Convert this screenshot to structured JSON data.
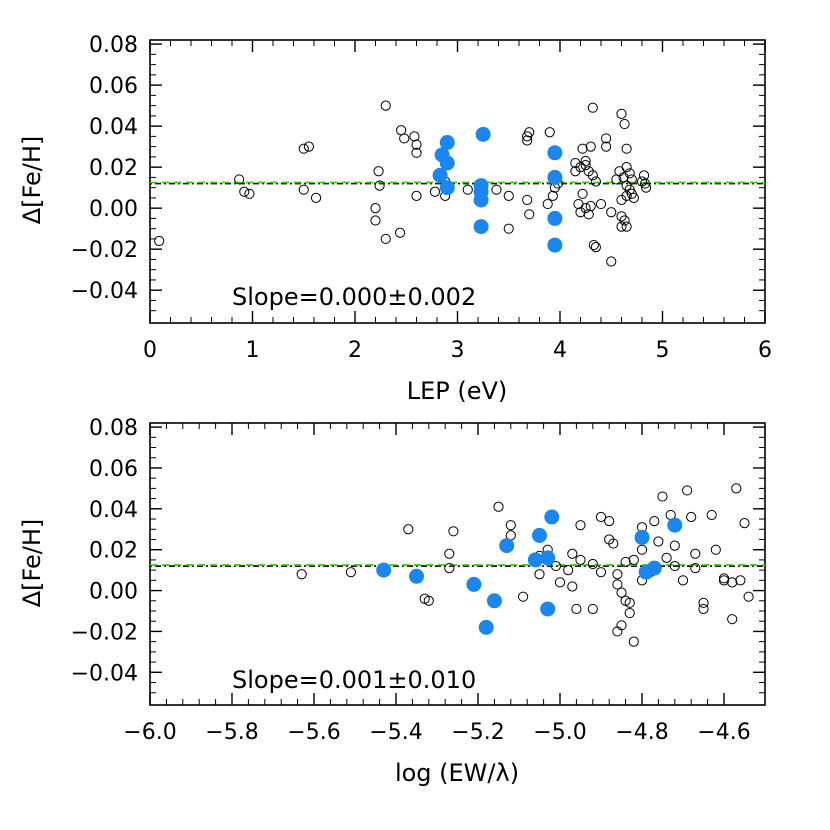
{
  "chart_data": [
    {
      "type": "scatter",
      "title": "",
      "xlabel": "LEP (eV)",
      "ylabel": "Δ[Fe/H]",
      "xlim": [
        0,
        6
      ],
      "ylim": [
        -0.056,
        0.082
      ],
      "xticks": [
        0,
        1,
        2,
        3,
        4,
        5,
        6
      ],
      "xtick_labels": [
        "0",
        "1",
        "2",
        "3",
        "4",
        "5",
        "6"
      ],
      "yticks": [
        -0.04,
        -0.02,
        0.0,
        0.02,
        0.04,
        0.06,
        0.08
      ],
      "ytick_labels": [
        "−0.04",
        "−0.02",
        "0.00",
        "0.02",
        "0.04",
        "0.06",
        "0.08"
      ],
      "annotation": "Slope=0.000±0.002",
      "mean_line": 0.012,
      "fit_line": 0.0125,
      "colors": {
        "filled": "#1a86f0",
        "open_edge": "#000000",
        "mean_line": "#000000",
        "fit_line": "#33cc00"
      },
      "series": [
        {
          "marker": "open",
          "points": [
            [
              0.09,
              -0.016
            ],
            [
              0.87,
              0.014
            ],
            [
              0.92,
              0.008
            ],
            [
              0.97,
              0.007
            ],
            [
              1.5,
              0.029
            ],
            [
              1.55,
              0.03
            ],
            [
              1.5,
              0.009
            ],
            [
              1.62,
              0.005
            ],
            [
              2.2,
              -0.006
            ],
            [
              2.2,
              0.0
            ],
            [
              2.23,
              0.018
            ],
            [
              2.24,
              0.011
            ],
            [
              2.3,
              0.05
            ],
            [
              2.3,
              -0.015
            ],
            [
              2.44,
              -0.012
            ],
            [
              2.45,
              0.038
            ],
            [
              2.48,
              0.034
            ],
            [
              2.58,
              0.035
            ],
            [
              2.6,
              0.027
            ],
            [
              2.6,
              0.031
            ],
            [
              2.6,
              0.006
            ],
            [
              2.78,
              0.008
            ],
            [
              2.88,
              0.006
            ],
            [
              2.88,
              0.013
            ],
            [
              3.1,
              0.009
            ],
            [
              3.24,
              -0.008
            ],
            [
              3.38,
              0.009
            ],
            [
              3.5,
              -0.01
            ],
            [
              3.5,
              0.006
            ],
            [
              3.68,
              0.035
            ],
            [
              3.7,
              0.037
            ],
            [
              3.68,
              0.033
            ],
            [
              3.68,
              0.004
            ],
            [
              3.7,
              -0.003
            ],
            [
              3.9,
              0.037
            ],
            [
              3.88,
              0.002
            ],
            [
              3.93,
              0.006
            ],
            [
              3.95,
              0.01
            ],
            [
              3.98,
              0.012
            ],
            [
              4.15,
              0.022
            ],
            [
              4.15,
              0.018
            ],
            [
              4.2,
              0.02
            ],
            [
              4.18,
              0.002
            ],
            [
              4.22,
              0.029
            ],
            [
              4.25,
              0.021
            ],
            [
              4.25,
              0.023
            ],
            [
              4.28,
              0.018
            ],
            [
              4.22,
              0.007
            ],
            [
              4.2,
              -0.002
            ],
            [
              4.25,
              0.0
            ],
            [
              4.3,
              0.001
            ],
            [
              4.28,
              -0.003
            ],
            [
              4.3,
              0.03
            ],
            [
              4.32,
              0.016
            ],
            [
              4.35,
              0.013
            ],
            [
              4.32,
              0.049
            ],
            [
              4.33,
              -0.018
            ],
            [
              4.35,
              -0.019
            ],
            [
              4.4,
              0.002
            ],
            [
              4.45,
              0.034
            ],
            [
              4.45,
              0.03
            ],
            [
              4.5,
              -0.002
            ],
            [
              4.55,
              0.014
            ],
            [
              4.5,
              -0.026
            ],
            [
              4.58,
              0.018
            ],
            [
              4.6,
              0.046
            ],
            [
              4.62,
              0.015
            ],
            [
              4.63,
              0.041
            ],
            [
              4.65,
              0.029
            ],
            [
              4.65,
              0.02
            ],
            [
              4.68,
              0.017
            ],
            [
              4.7,
              0.014
            ],
            [
              4.65,
              0.011
            ],
            [
              4.68,
              0.009
            ],
            [
              4.7,
              0.007
            ],
            [
              4.72,
              0.005
            ],
            [
              4.6,
              0.004
            ],
            [
              4.65,
              0.006
            ],
            [
              4.6,
              -0.004
            ],
            [
              4.63,
              -0.006
            ],
            [
              4.65,
              -0.009
            ],
            [
              4.6,
              -0.009
            ],
            [
              4.8,
              0.013
            ],
            [
              4.82,
              0.016
            ],
            [
              4.83,
              0.012
            ],
            [
              4.84,
              0.01
            ]
          ]
        },
        {
          "marker": "filled",
          "points": [
            [
              2.83,
              0.016
            ],
            [
              2.85,
              0.026
            ],
            [
              2.9,
              0.032
            ],
            [
              2.9,
              0.022
            ],
            [
              2.9,
              0.01
            ],
            [
              3.23,
              0.011
            ],
            [
              3.23,
              0.008
            ],
            [
              3.23,
              0.004
            ],
            [
              3.23,
              -0.009
            ],
            [
              3.25,
              0.036
            ],
            [
              3.95,
              0.027
            ],
            [
              3.95,
              0.015
            ],
            [
              3.95,
              -0.005
            ],
            [
              3.95,
              -0.018
            ]
          ]
        }
      ]
    },
    {
      "type": "scatter",
      "title": "",
      "xlabel": "log (EW/λ)",
      "ylabel": "Δ[Fe/H]",
      "xlim": [
        -6.0,
        -4.5
      ],
      "ylim": [
        -0.056,
        0.082
      ],
      "xticks": [
        -6.0,
        -5.8,
        -5.6,
        -5.4,
        -5.2,
        -5.0,
        -4.8,
        -4.6
      ],
      "xtick_labels": [
        "−6.0",
        "−5.8",
        "−5.6",
        "−5.4",
        "−5.2",
        "−5.0",
        "−4.8",
        "−4.6"
      ],
      "yticks": [
        -0.04,
        -0.02,
        0.0,
        0.02,
        0.04,
        0.06,
        0.08
      ],
      "ytick_labels": [
        "−0.04",
        "−0.02",
        "0.00",
        "0.02",
        "0.04",
        "0.06",
        "0.08"
      ],
      "annotation": "Slope=0.001±0.010",
      "mean_line": 0.012,
      "fit_line": 0.0125,
      "colors": {
        "filled": "#1a86f0",
        "open_edge": "#000000",
        "mean_line": "#000000",
        "fit_line": "#33cc00"
      },
      "series": [
        {
          "marker": "open",
          "points": [
            [
              -5.63,
              0.008
            ],
            [
              -5.51,
              0.009
            ],
            [
              -5.37,
              0.03
            ],
            [
              -5.33,
              -0.004
            ],
            [
              -5.32,
              -0.005
            ],
            [
              -5.26,
              0.029
            ],
            [
              -5.27,
              0.018
            ],
            [
              -5.27,
              0.011
            ],
            [
              -5.15,
              0.041
            ],
            [
              -5.12,
              0.032
            ],
            [
              -5.12,
              0.027
            ],
            [
              -5.09,
              -0.003
            ],
            [
              -5.05,
              0.017
            ],
            [
              -5.05,
              0.008
            ],
            [
              -5.03,
              0.02
            ],
            [
              -5.03,
              0.015
            ],
            [
              -5.01,
              0.012
            ],
            [
              -5.0,
              0.004
            ],
            [
              -4.98,
              0.01
            ],
            [
              -4.97,
              0.018
            ],
            [
              -4.97,
              0.002
            ],
            [
              -4.96,
              -0.009
            ],
            [
              -4.95,
              0.032
            ],
            [
              -4.95,
              0.015
            ],
            [
              -4.92,
              0.013
            ],
            [
              -4.9,
              0.009
            ],
            [
              -4.9,
              0.036
            ],
            [
              -4.92,
              -0.009
            ],
            [
              -4.88,
              0.025
            ],
            [
              -4.88,
              0.034
            ],
            [
              -4.87,
              0.023
            ],
            [
              -4.86,
              0.008
            ],
            [
              -4.86,
              0.003
            ],
            [
              -4.85,
              -0.001
            ],
            [
              -4.85,
              -0.017
            ],
            [
              -4.86,
              -0.02
            ],
            [
              -4.84,
              -0.005
            ],
            [
              -4.84,
              0.014
            ],
            [
              -4.82,
              0.015
            ],
            [
              -4.8,
              0.02
            ],
            [
              -4.8,
              0.031
            ],
            [
              -4.83,
              -0.006
            ],
            [
              -4.83,
              -0.011
            ],
            [
              -4.82,
              -0.025
            ],
            [
              -4.8,
              0.005
            ],
            [
              -4.78,
              0.009
            ],
            [
              -4.77,
              0.01
            ],
            [
              -4.77,
              0.034
            ],
            [
              -4.76,
              0.024
            ],
            [
              -4.75,
              0.046
            ],
            [
              -4.74,
              0.016
            ],
            [
              -4.73,
              0.037
            ],
            [
              -4.72,
              0.022
            ],
            [
              -4.72,
              0.012
            ],
            [
              -4.7,
              0.005
            ],
            [
              -4.69,
              0.049
            ],
            [
              -4.68,
              0.036
            ],
            [
              -4.67,
              0.018
            ],
            [
              -4.67,
              0.011
            ],
            [
              -4.65,
              -0.006
            ],
            [
              -4.65,
              -0.009
            ],
            [
              -4.63,
              0.037
            ],
            [
              -4.62,
              0.02
            ],
            [
              -4.6,
              0.006
            ],
            [
              -4.6,
              0.005
            ],
            [
              -4.58,
              0.004
            ],
            [
              -4.57,
              0.05
            ],
            [
              -4.56,
              0.005
            ],
            [
              -4.54,
              -0.003
            ],
            [
              -4.55,
              0.033
            ],
            [
              -4.58,
              -0.014
            ]
          ]
        },
        {
          "marker": "filled",
          "points": [
            [
              -5.43,
              0.01
            ],
            [
              -5.35,
              0.007
            ],
            [
              -5.21,
              0.003
            ],
            [
              -5.18,
              -0.018
            ],
            [
              -5.16,
              -0.005
            ],
            [
              -5.13,
              0.022
            ],
            [
              -5.06,
              0.015
            ],
            [
              -5.05,
              0.027
            ],
            [
              -5.03,
              0.016
            ],
            [
              -5.03,
              -0.009
            ],
            [
              -5.02,
              0.036
            ],
            [
              -4.8,
              0.026
            ],
            [
              -4.79,
              0.009
            ],
            [
              -4.77,
              0.011
            ],
            [
              -4.72,
              0.032
            ]
          ]
        }
      ]
    }
  ]
}
